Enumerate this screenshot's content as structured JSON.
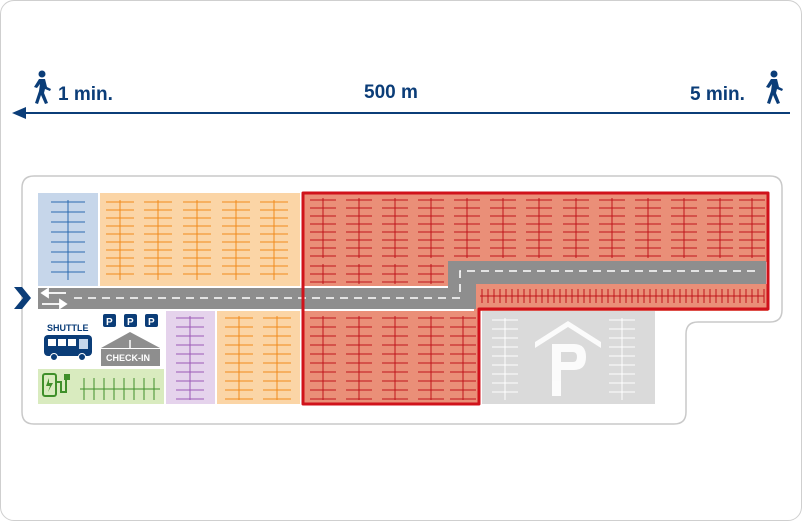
{
  "distance_bar": {
    "left_time": "1 min.",
    "distance": "500 m",
    "right_time": "5 min."
  },
  "lot_labels": {
    "shuttle": "SHUTTLE",
    "check_in": "CHECK-IN",
    "parking_badge": "P",
    "garage_letter": "P"
  },
  "icons": [
    "walking-person-icon",
    "entrance-chevron-icon",
    "two-way-arrows-icon",
    "shuttle-bus-icon",
    "ev-charger-icon",
    "parking-garage-icon"
  ],
  "colors": {
    "navy": "#0b3d78",
    "blue_zone": "#c6d6ea",
    "orange_zone": "#fbd5a6",
    "purple_zone": "#e5d3ec",
    "red_zone": "#ea8f78",
    "red_highlight": "#d0121b",
    "green_zone": "#d9ebbf",
    "road": "#8e8e8e",
    "garage": "#dadada"
  }
}
